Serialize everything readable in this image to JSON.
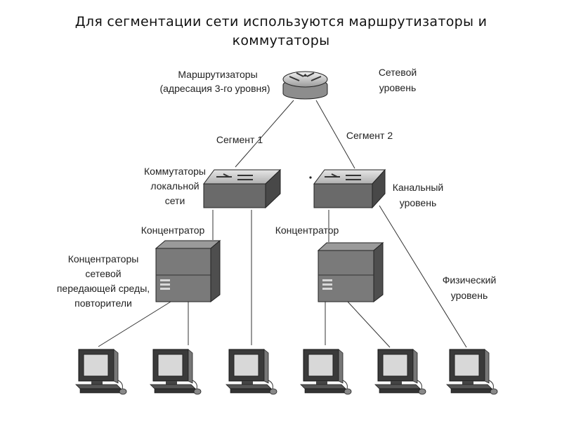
{
  "title": "Для сегментации сети используются маршрутизаторы и коммутаторы",
  "labels": {
    "router_line1": "Маршрутизаторы",
    "router_line2": "(адресация 3-го уровня)",
    "network_level_line1": "Сетевой",
    "network_level_line2": "уровень",
    "segment1": "Сегмент 1",
    "segment2": "Сегмент 2",
    "switches_line1": "Коммутаторы",
    "switches_line2": "локальной",
    "switches_line3": "сети",
    "link_level_line1": "Канальный",
    "link_level_line2": "уровень",
    "hub_left": "Концентратор",
    "hub_right": "Концентратор",
    "hubs_line1": "Концентраторы",
    "hubs_line2": "сетевой",
    "hubs_line3": "передающей среды,",
    "hubs_line4": "повторители",
    "physical_level_line1": "Физический",
    "physical_level_line2": "уровень"
  },
  "icons": {
    "router": "router-icon",
    "switch": "switch-icon",
    "hub": "hub-icon",
    "computer": "computer-icon"
  },
  "colors": {
    "line": "#333333",
    "device_dark": "#6f6f6f",
    "device_light": "#cfcfcf",
    "text": "#222222"
  }
}
